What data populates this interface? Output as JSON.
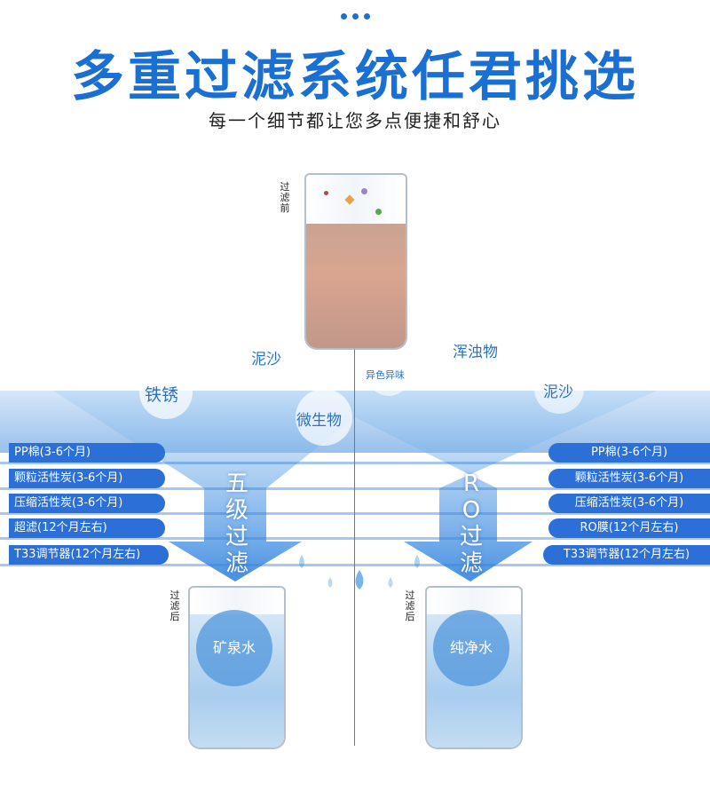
{
  "header": {
    "title": "多重过滤系统任君挑选",
    "subtitle": "每一个细节都让您多点便捷和舒心"
  },
  "glasses": {
    "before_label": "过滤前",
    "after_left_label": "过滤后",
    "after_right_label": "过滤后",
    "left_result": "矿泉水",
    "right_result": "纯净水"
  },
  "impurities": {
    "mud_left": "泥沙",
    "turbid": "浑浊物",
    "odor": "异色异味",
    "rust": "铁锈",
    "mud_right": "泥沙",
    "microbe": "微生物"
  },
  "filters_left": [
    "PP棉(3-6个月)",
    "颗粒活性炭(3-6个月)",
    "压缩活性炭(3-6个月)",
    "超滤(12个月左右)",
    "T33调节器(12个月左右)"
  ],
  "filters_right": [
    "PP棉(3-6个月)",
    "颗粒活性炭(3-6个月)",
    "压缩活性炭(3-6个月)",
    "RO膜(12个月左右)",
    "T33调节器(12个月左右)"
  ],
  "flows": {
    "left": [
      "五",
      "级",
      "过",
      "滤"
    ],
    "right": [
      "R",
      "O",
      "过",
      "滤"
    ]
  },
  "colors": {
    "accent": "#1a6fd3",
    "pill": "#2c6fd6",
    "dirty_water": "#d9a58f",
    "clean_water": "#bcd8f0"
  }
}
